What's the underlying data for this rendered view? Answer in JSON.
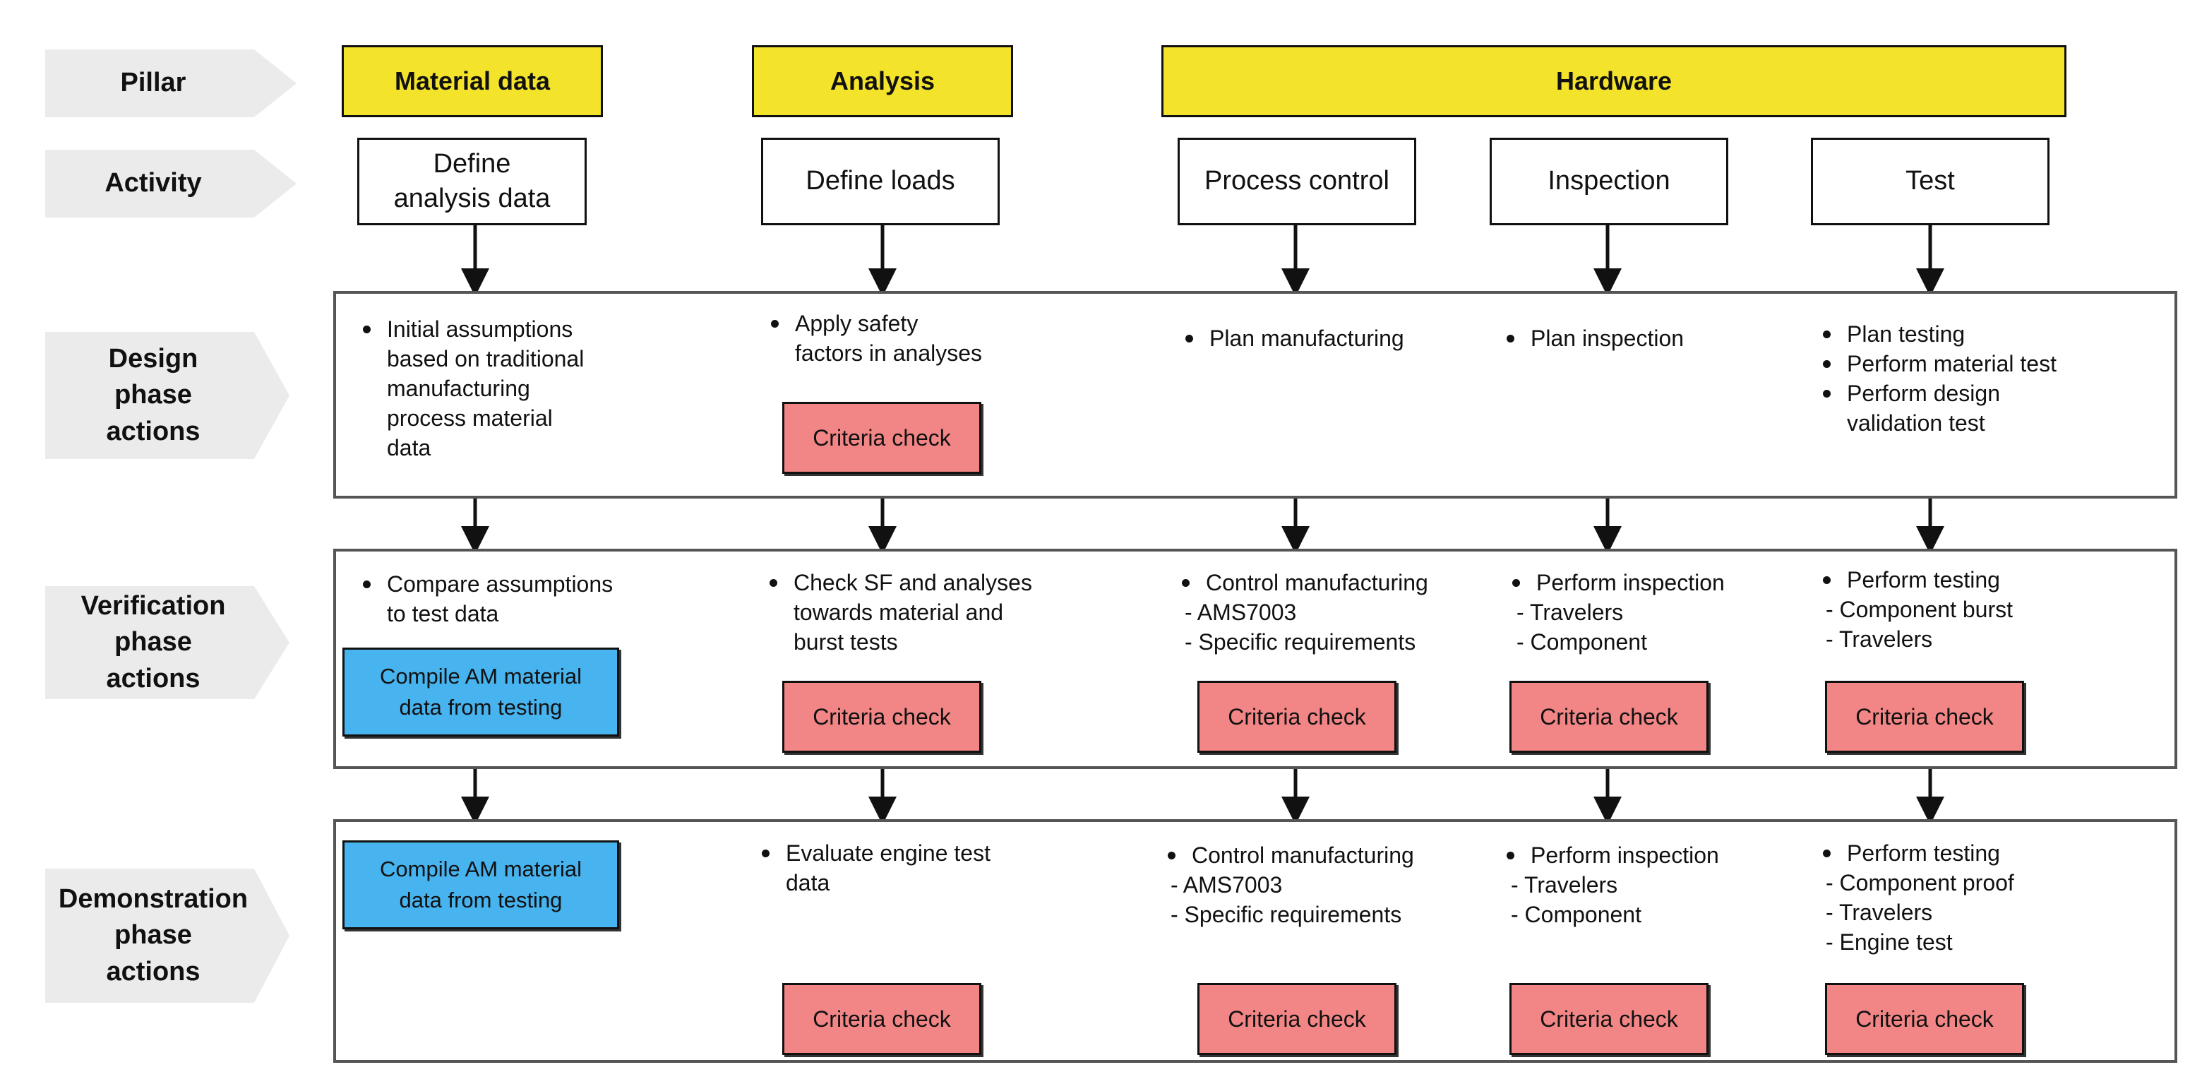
{
  "row_labels": {
    "pillar": "Pillar",
    "activity": "Activity",
    "design": [
      "Design",
      "phase",
      "actions"
    ],
    "verification": [
      "Verification",
      "phase",
      "actions"
    ],
    "demonstration": [
      "Demonstration",
      "phase",
      "actions"
    ]
  },
  "pillars": {
    "material": "Material data",
    "analysis": "Analysis",
    "hardware": "Hardware"
  },
  "activities": {
    "material": [
      "Define",
      "analysis data"
    ],
    "analysis": "Define loads",
    "process": "Process control",
    "inspection": "Inspection",
    "test": "Test"
  },
  "design": {
    "material": [
      "Initial assumptions",
      "based on traditional",
      "manufacturing",
      "process material",
      "data"
    ],
    "analysis": [
      "Apply safety",
      "factors in analyses"
    ],
    "process": [
      "Plan manufacturing"
    ],
    "inspection": [
      "Plan inspection"
    ],
    "test": [
      "Plan testing",
      "Perform material test",
      "Perform design",
      "validation test"
    ]
  },
  "verification": {
    "material": [
      "Compare assumptions",
      "to test data"
    ],
    "analysis": [
      "Check SF and analyses",
      "towards material and",
      "burst tests"
    ],
    "process": {
      "head": "Control manufacturing",
      "items": [
        "AMS7003",
        "Specific requirements"
      ]
    },
    "inspection": {
      "head": "Perform inspection",
      "items": [
        "Travelers",
        "Component"
      ]
    },
    "test": {
      "head": "Perform testing",
      "items": [
        "Component burst",
        "Travelers"
      ]
    }
  },
  "demonstration": {
    "analysis": [
      "Evaluate engine test",
      "data"
    ],
    "process": {
      "head": "Control manufacturing",
      "items": [
        "AMS7003",
        "Specific requirements"
      ]
    },
    "inspection": {
      "head": "Perform inspection",
      "items": [
        "Travelers",
        "Component"
      ]
    },
    "test": {
      "head": "Perform testing",
      "items": [
        "Component proof",
        "Travelers",
        "Engine test"
      ]
    }
  },
  "compile_box": [
    "Compile AM material",
    "data from testing"
  ],
  "criteria_label": "Criteria check",
  "colors": {
    "pillar_fill": "#f4e32b",
    "criteria_fill": "#f28585",
    "compile_fill": "#47b3ef",
    "label_fill": "#ebebeb"
  }
}
